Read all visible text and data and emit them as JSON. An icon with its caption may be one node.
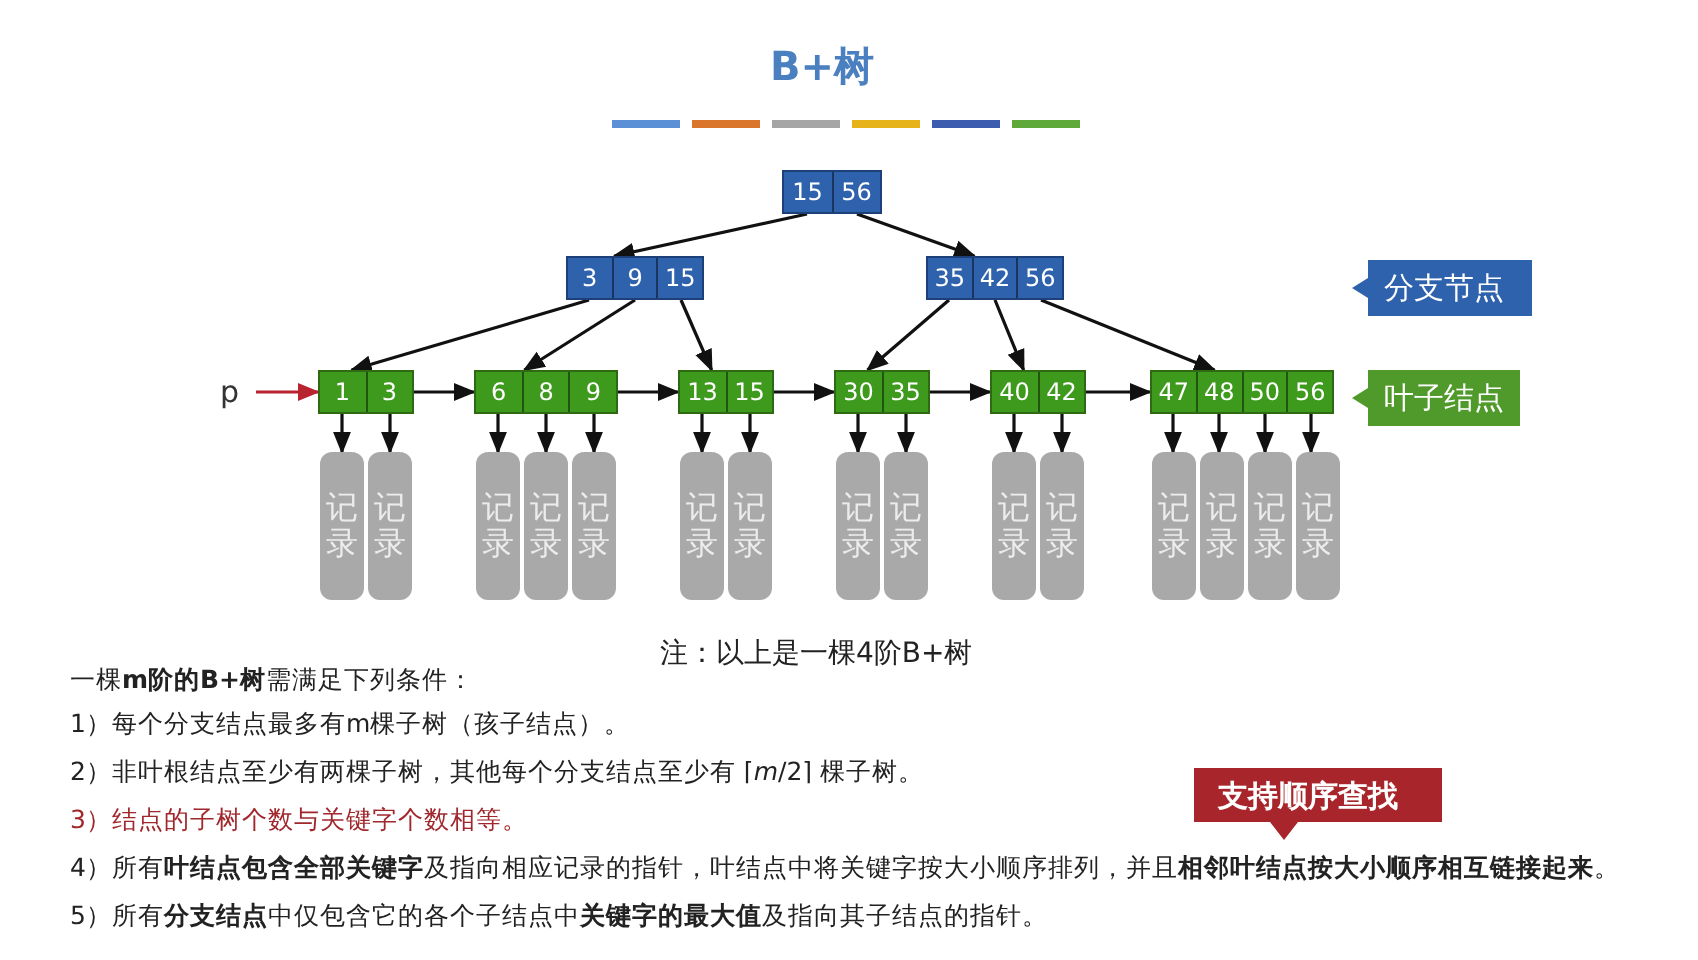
{
  "diagram": {
    "title": "B+树",
    "nodes": [
      {
        "text": [
          "15",
          "56"
        ]
      },
      {
        "text": [
          "3",
          "9",
          "15"
        ]
      },
      {
        "text": [
          "35",
          "42",
          "56"
        ]
      },
      {
        "text": [
          "1",
          "3"
        ]
      },
      {
        "text": [
          "6",
          "8",
          "9"
        ]
      },
      {
        "text": [
          "13",
          "15"
        ]
      },
      {
        "text": [
          "30",
          "35"
        ]
      },
      {
        "text": [
          "40",
          "42"
        ]
      },
      {
        "text": [
          "47",
          "48",
          "50",
          "56"
        ]
      },
      {
        "text": [
          "p"
        ]
      },
      {
        "text": [
          "记录"
        ]
      },
      {
        "text": [
          "记录"
        ]
      },
      {
        "text": [
          "记录"
        ]
      },
      {
        "text": [
          "记录"
        ]
      },
      {
        "text": [
          "记录"
        ]
      },
      {
        "text": [
          "记录"
        ]
      },
      {
        "text": [
          "记录"
        ]
      },
      {
        "text": [
          "记录"
        ]
      },
      {
        "text": [
          "记录"
        ]
      },
      {
        "text": [
          "记录"
        ]
      },
      {
        "text": [
          "记录"
        ]
      },
      {
        "text": [
          "记录"
        ]
      },
      {
        "text": [
          "记录"
        ]
      },
      {
        "text": [
          "记录"
        ]
      },
      {
        "text": [
          "记录"
        ]
      },
      {
        "text": [
          "分支节点"
        ]
      },
      {
        "text": [
          "叶子结点"
        ]
      },
      {
        "text": [
          "支持顺序查找"
        ]
      }
    ],
    "edges": [
      {
        "from": 0,
        "to": 1,
        "arrow": "to"
      },
      {
        "from": 0,
        "to": 2,
        "arrow": "to"
      },
      {
        "from": 1,
        "to": 3,
        "arrow": "to"
      },
      {
        "from": 1,
        "to": 4,
        "arrow": "to"
      },
      {
        "from": 1,
        "to": 5,
        "arrow": "to"
      },
      {
        "from": 2,
        "to": 6,
        "arrow": "to"
      },
      {
        "from": 2,
        "to": 7,
        "arrow": "to"
      },
      {
        "from": 2,
        "to": 8,
        "arrow": "to"
      },
      {
        "from": 9,
        "to": 3,
        "arrow": "to",
        "color": "#b8232f"
      },
      {
        "from": 3,
        "to": 4,
        "arrow": "to"
      },
      {
        "from": 4,
        "to": 5,
        "arrow": "to"
      },
      {
        "from": 5,
        "to": 6,
        "arrow": "to"
      },
      {
        "from": 6,
        "to": 7,
        "arrow": "to"
      },
      {
        "from": 7,
        "to": 8,
        "arrow": "to"
      },
      {
        "from": 3,
        "to": 10,
        "arrow": "to"
      },
      {
        "from": 3,
        "to": 11,
        "arrow": "to"
      },
      {
        "from": 4,
        "to": 12,
        "arrow": "to"
      },
      {
        "from": 4,
        "to": 13,
        "arrow": "to"
      },
      {
        "from": 4,
        "to": 14,
        "arrow": "to"
      },
      {
        "from": 5,
        "to": 15,
        "arrow": "to"
      },
      {
        "from": 5,
        "to": 16,
        "arrow": "to"
      },
      {
        "from": 6,
        "to": 17,
        "arrow": "to"
      },
      {
        "from": 6,
        "to": 18,
        "arrow": "to"
      },
      {
        "from": 7,
        "to": 19,
        "arrow": "to"
      },
      {
        "from": 7,
        "to": 20,
        "arrow": "to"
      },
      {
        "from": 8,
        "to": 21,
        "arrow": "to"
      },
      {
        "from": 8,
        "to": 22,
        "arrow": "to"
      },
      {
        "from": 8,
        "to": 23,
        "arrow": "to"
      },
      {
        "from": 8,
        "to": 24,
        "arrow": "to"
      }
    ],
    "labels": [
      "注：以上是一棵4阶B+树",
      "一棵**m阶的B+树**需满足下列条件：",
      "1）每个分支结点最多有m棵子树（孩子结点）。",
      "2）非叶根结点至少有两棵子树，其他每个分支结点至少有 ⌈*m*/2⌉ 棵子树。",
      "3）结点的子树个数与关键字个数相等。",
      "4）所有**叶结点包含全部关键字**及指向相应记录的指针，叶结点中将关键字按大小顺序排列，并且**相邻叶结点按大小顺序相互链接起来**。",
      "5）所有**分支结点**中仅包含它的各个子结点中**关键字的最大值**及指向其子结点的指针。"
    ]
  }
}
